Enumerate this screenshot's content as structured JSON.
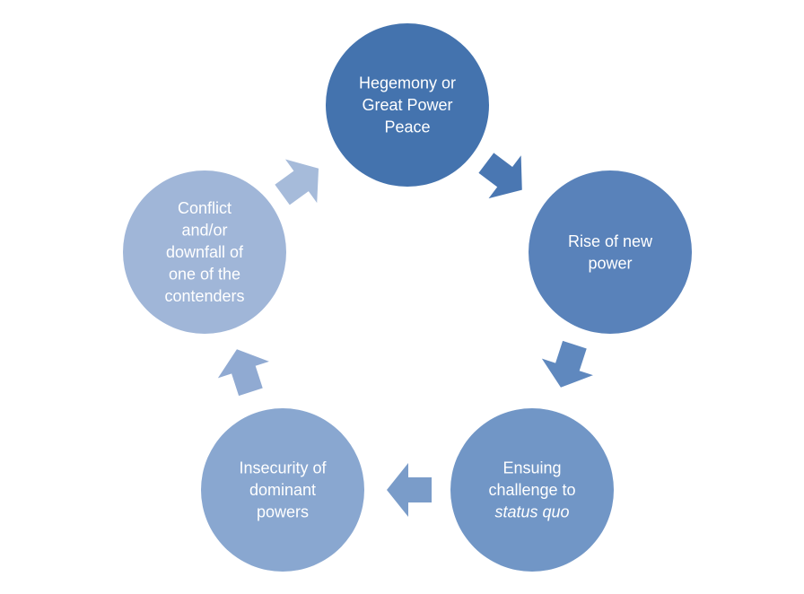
{
  "diagram": {
    "type": "cycle",
    "nodes": [
      {
        "id": "hegemony",
        "lines": [
          {
            "text": "Hegemony or"
          },
          {
            "text": "Great Power"
          },
          {
            "text": "Peace"
          }
        ],
        "color": "#4473AE"
      },
      {
        "id": "rise",
        "lines": [
          {
            "text": "Rise of new"
          },
          {
            "text": "power"
          }
        ],
        "color": "#5982BA"
      },
      {
        "id": "challenge",
        "lines": [
          {
            "text": "Ensuing"
          },
          {
            "text": "challenge to"
          },
          {
            "text": "status quo",
            "italic": true
          }
        ],
        "color": "#7196C6"
      },
      {
        "id": "insecurity",
        "lines": [
          {
            "text": "Insecurity of"
          },
          {
            "text": "dominant"
          },
          {
            "text": "powers"
          }
        ],
        "color": "#89A7D0"
      },
      {
        "id": "conflict",
        "lines": [
          {
            "text": "Conflict"
          },
          {
            "text": "and/or"
          },
          {
            "text": "downfall of"
          },
          {
            "text": "one of the"
          },
          {
            "text": "contenders"
          }
        ],
        "color": "#A0B6D8"
      }
    ],
    "arrows": [
      {
        "from": "hegemony",
        "to": "rise",
        "color": "#4A77B2"
      },
      {
        "from": "rise",
        "to": "challenge",
        "color": "#5F88BE"
      },
      {
        "from": "challenge",
        "to": "insecurity",
        "color": "#7A9CC9"
      },
      {
        "from": "insecurity",
        "to": "conflict",
        "color": "#90AAD2"
      },
      {
        "from": "conflict",
        "to": "hegemony",
        "color": "#A6BBDA"
      }
    ]
  }
}
